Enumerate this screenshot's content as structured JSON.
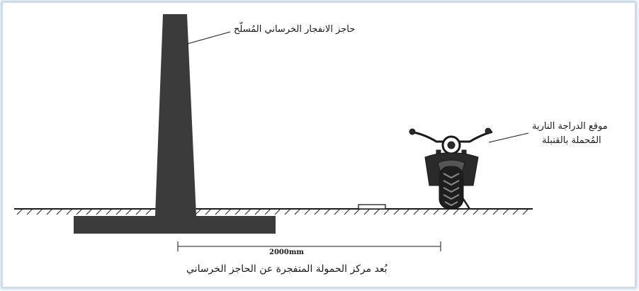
{
  "labels": {
    "wall": "حاجز الانفجار الخرساني المُسلّح",
    "motorcycle_line1": "موقع الدراجة النارية",
    "motorcycle_line2": "المُحملة بالقنبلة",
    "dimension": "2000mm",
    "distance": "بُعد مركز الحمولة المتفجرة عن الحاجز الخرساني"
  },
  "colors": {
    "concrete": "#3b3b3b",
    "line": "#1a1a1a",
    "frame_glow": "#aac3e1"
  }
}
